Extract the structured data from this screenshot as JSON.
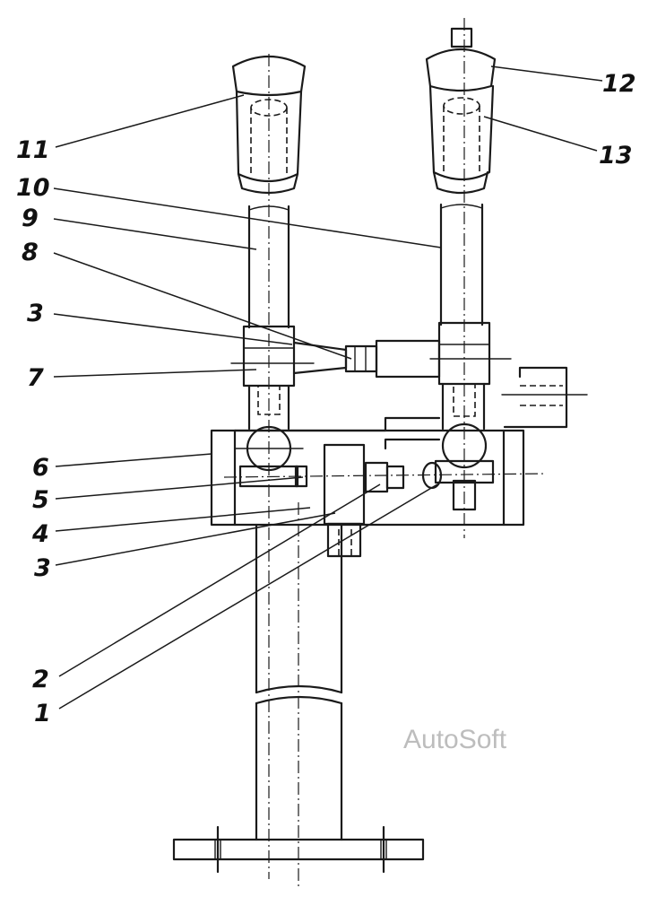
{
  "callouts": {
    "c1": "1",
    "c2": "2",
    "c3a": "3",
    "c3b": "3",
    "c4": "4",
    "c5": "5",
    "c6": "6",
    "c7": "7",
    "c8": "8",
    "c9": "9",
    "c10": "10",
    "c11": "11",
    "c12": "12",
    "c13": "13"
  },
  "watermark": "AutoSoft"
}
